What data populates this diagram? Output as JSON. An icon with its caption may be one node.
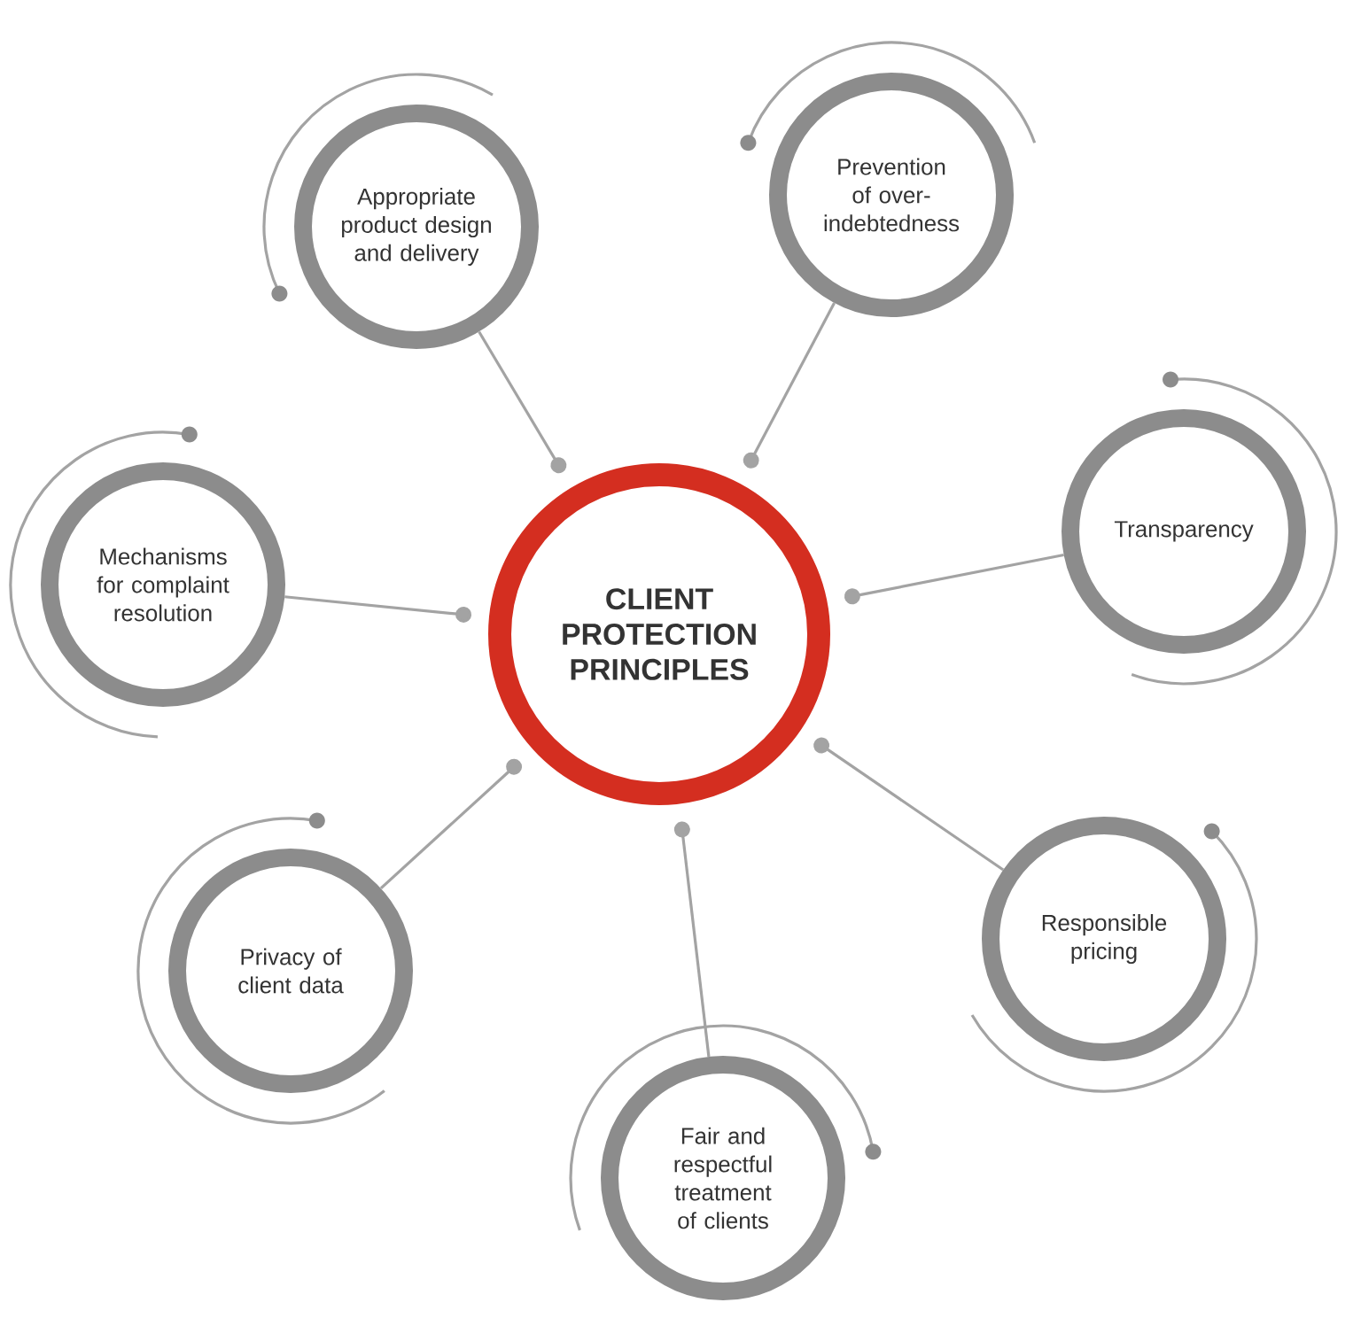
{
  "diagram": {
    "nodes": [
      {
        "text": [
          "CLIENT PROTECTION PRINCIPLES"
        ]
      },
      {
        "text": [
          "Appropriate product design and delivery"
        ]
      },
      {
        "text": [
          "Prevention of over-indebtedness"
        ]
      },
      {
        "text": [
          "Mechanisms for complaint resolution"
        ]
      },
      {
        "text": [
          "Transparency"
        ]
      },
      {
        "text": [
          "Privacy of client data"
        ]
      },
      {
        "text": [
          "Responsible pricing"
        ]
      },
      {
        "text": [
          "Fair and respectful treatment of clients"
        ]
      }
    ],
    "edges": [
      {
        "from": 1,
        "to": 0,
        "arrow": "other"
      },
      {
        "from": 2,
        "to": 0,
        "arrow": "other"
      },
      {
        "from": 3,
        "to": 0,
        "arrow": "other"
      },
      {
        "from": 4,
        "to": 0,
        "arrow": "other"
      },
      {
        "from": 5,
        "to": 0,
        "arrow": "other"
      },
      {
        "from": 6,
        "to": 0,
        "arrow": "other"
      },
      {
        "from": 7,
        "to": 0,
        "arrow": "other"
      }
    ]
  }
}
